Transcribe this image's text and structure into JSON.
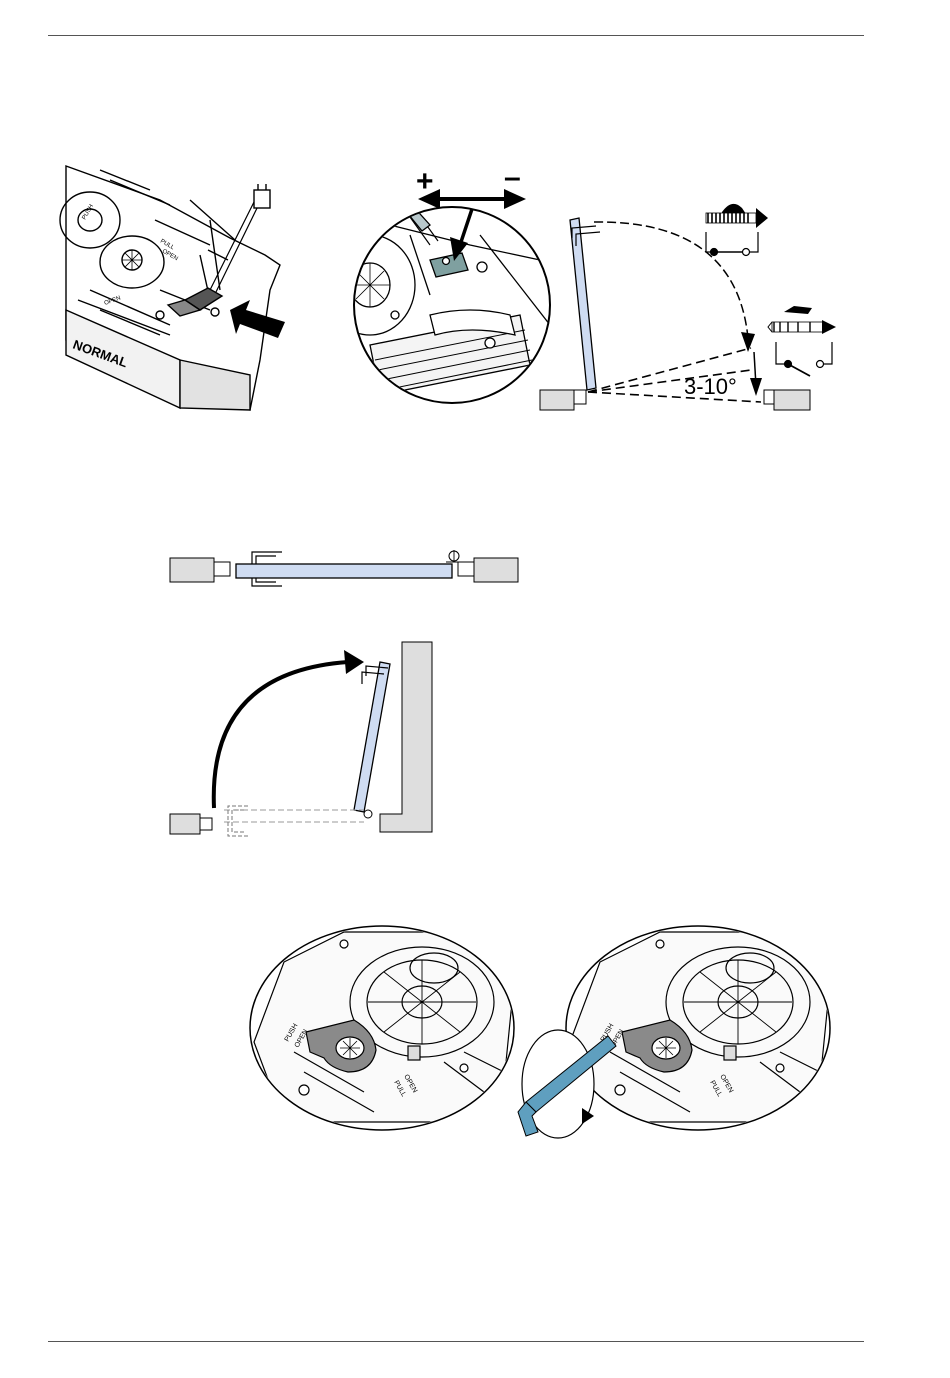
{
  "figure1": {
    "housing_label": "NORMAL",
    "switch_labels": [
      "PUSH",
      "OPEN",
      "PULL",
      "OPEN"
    ],
    "adjust_plus": "+",
    "adjust_minus": "–",
    "angle_label": "3-10°"
  },
  "figure4": {
    "dial_labels": [
      "PUSH",
      "OPEN",
      "PULL",
      "OPEN"
    ]
  },
  "colors": {
    "door_panel": "#cfdcf2",
    "wall_fill": "#dedede",
    "wrench": "#5f9fbf",
    "lines": "#000000"
  }
}
